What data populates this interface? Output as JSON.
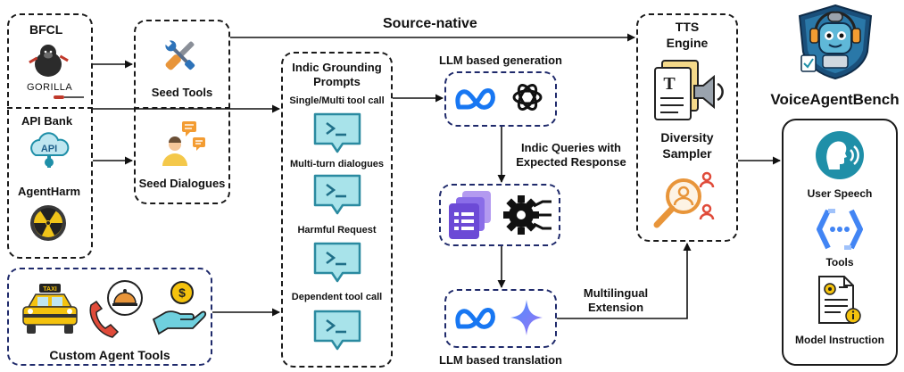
{
  "sources": {
    "bfcl": "BFCL",
    "gorilla": "GORILLA",
    "api_bank": "API Bank",
    "api_icon_text": "API",
    "agentharm": "AgentHarm"
  },
  "seeds": {
    "tools": "Seed Tools",
    "dialogues": "Seed Dialogues"
  },
  "custom": {
    "label": "Custom Agent Tools",
    "taxi_sign": "TAXI",
    "coin": "$"
  },
  "grounding": {
    "title_line1": "Indic Grounding",
    "title_line2": "Prompts",
    "prompts": [
      "Single/Multi tool call",
      "Multi-turn dialogues",
      "Harmful Request",
      "Dependent tool call"
    ]
  },
  "flow": {
    "source_native": "Source-native",
    "llm_generation": "LLM based generation",
    "indic_queries_line1": "Indic Queries with",
    "indic_queries_line2": "Expected Response",
    "llm_translation": "LLM based translation",
    "multilingual_line1": "Multilingual",
    "multilingual_line2": "Extension"
  },
  "tts": {
    "title_line1": "TTS",
    "title_line2": "Engine",
    "diversity_line1": "Diversity",
    "diversity_line2": "Sampler",
    "doc_glyph": "T"
  },
  "bench": {
    "name": "VoiceAgentBench",
    "items": [
      "User Speech",
      "Tools",
      "Model Instruction"
    ]
  },
  "colors": {
    "border": "#1a1a1a",
    "navy": "#1f2a6b",
    "teal": "#1f8fa8",
    "chat_fill": "#a8e3ea",
    "chat_stroke": "#2a8aa0",
    "meta_blue": "#1877f2",
    "purple": "#6c4ad6",
    "orange": "#e8953a"
  }
}
